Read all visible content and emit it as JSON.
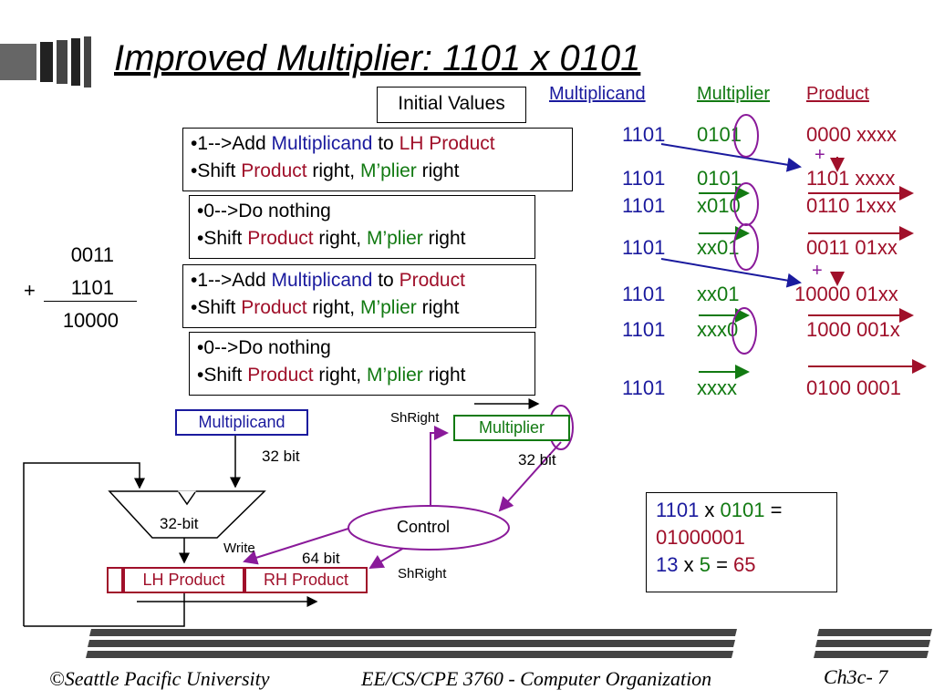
{
  "title": "Improved Multiplier: 1101 x 0101",
  "initial_values_label": "Initial Values",
  "steps": [
    {
      "l1_pre": "•1-->Add ",
      "l1_mc": "Multiplicand",
      "l1_mid": " to ",
      "l1_dest": "LH Product",
      "l2_pre": "•Shift ",
      "l2_prod": "Product",
      "l2_mid": " right, ",
      "l2_mp": "M’plier",
      "l2_post": " right"
    },
    {
      "l1_pre": "•0-->Do nothing",
      "l2_pre": "•Shift ",
      "l2_prod": "Product",
      "l2_mid": " right, ",
      "l2_mp": "M’plier",
      "l2_post": " right"
    },
    {
      "l1_pre": "•1-->Add ",
      "l1_mc": "Multiplicand",
      "l1_mid": " to ",
      "l1_dest": "Product",
      "l2_pre": "•Shift ",
      "l2_prod": "Product",
      "l2_mid": " right, ",
      "l2_mp": "M’plier",
      "l2_post": " right"
    },
    {
      "l1_pre": "•0-->Do nothing",
      "l2_pre": "•Shift ",
      "l2_prod": "Product",
      "l2_mid": " right, ",
      "l2_mp": "M’plier",
      "l2_post": " right"
    }
  ],
  "table": {
    "headers": {
      "multiplicand": "Multiplicand",
      "multiplier": "Multiplier",
      "product": "Product"
    },
    "rows": [
      {
        "mc": "1101",
        "mp": "0101",
        "pr": "0000 xxxx"
      },
      {
        "mc": "1101",
        "mp": "0101",
        "pr": "1101 xxxx"
      },
      {
        "mc": "1101",
        "mp": "x010",
        "pr": "0110 1xxx"
      },
      {
        "mc": "1101",
        "mp": "xx01",
        "pr": "0011 01xx"
      },
      {
        "mc": "1101",
        "mp": "xx01",
        "pr": "10000 01xx"
      },
      {
        "mc": "1101",
        "mp": "xxx0",
        "pr": "1000 001x"
      },
      {
        "mc": "1101",
        "mp": "xxxx",
        "pr": "0100 0001"
      }
    ],
    "plus": "+"
  },
  "addition": {
    "line1": "0011",
    "plus": "+",
    "line2": "1101",
    "sum": "10000"
  },
  "hardware": {
    "multiplicand": "Multiplicand",
    "multiplier": "Multiplier",
    "alu": "32-bit",
    "control": "Control",
    "lh_product": "LH Product",
    "rh_product": "RH Product",
    "mc_width": "32 bit",
    "mp_width": "32 bit",
    "prod_width": "64 bit",
    "write": "Write",
    "shright_mp": "ShRight",
    "shright_prod": "ShRight"
  },
  "result": {
    "a_bin": "1101",
    "x1": " x ",
    "b_bin": "0101",
    "eq1": " =",
    "prod_bin": "01000001",
    "a_dec": "13",
    "x2": " x ",
    "b_dec": "5",
    "eq2": " = ",
    "prod_dec": "65"
  },
  "footer": {
    "left": "©Seattle Pacific University",
    "center": "EE/CS/CPE 3760 - Computer Organization",
    "right": "Ch3c- 7"
  },
  "colors": {
    "multiplicand": "#1a1a9e",
    "multiplier": "#127a12",
    "product": "#a0102a",
    "annotation": "#8a1a9a"
  }
}
